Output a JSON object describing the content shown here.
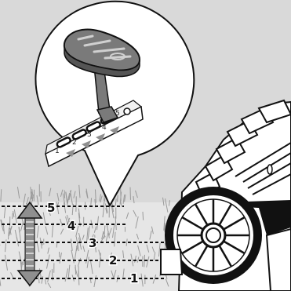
{
  "diagram": {
    "description_labels": {
      "height_levels": [
        "1",
        "2",
        "3",
        "4",
        "5"
      ],
      "slot_marks": [
        "1",
        "2",
        "3",
        "4",
        "5"
      ]
    },
    "colors": {
      "background": "#d9d9d9",
      "bubble": "#ffffff",
      "outline": "#111111",
      "knob": "#7a7a7a",
      "arrow_gray": "#8f8f8f",
      "grass": "#bdbdbd"
    },
    "icons": {
      "height_arrow": "double-headed-vertical-arrow",
      "lever": "cutting-height-lever",
      "mower": "lawn-mower"
    }
  }
}
